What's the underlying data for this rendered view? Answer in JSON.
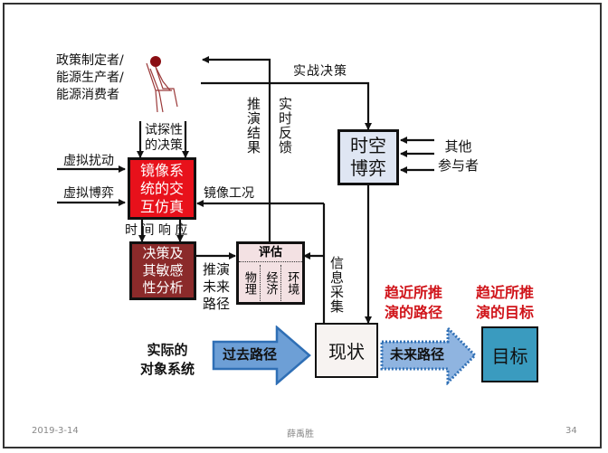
{
  "actors": {
    "lines": [
      "政策制定者/",
      "能源生产者/",
      "能源消费者"
    ],
    "icon": "seated-person-icon"
  },
  "labels": {
    "trial_decision": [
      "试探性",
      "的决策"
    ],
    "virtual_disturbance": "虚拟扰动",
    "virtual_game": "虚拟博弈",
    "mirror_condition": "镜像工况",
    "time_response": "时 间 响 应",
    "deduction_result": "推演结果",
    "realtime_feedback": "实时反馈",
    "combat_decision": "实战决策",
    "other_participants": [
      "其他",
      "参与者"
    ],
    "deduce_future_path": [
      "推演",
      "未来",
      "路径"
    ],
    "info_collection": "信息采集",
    "actual_system": [
      "实际的",
      "对象系统"
    ],
    "approach_path": [
      "趋近所推",
      "演的路径"
    ],
    "approach_goal": [
      "趋近所推",
      "演的目标"
    ]
  },
  "boxes": {
    "mirror_sim": "镜像系统的交互仿真",
    "mirror_sim_lines": [
      "镜像系",
      "统的交",
      "互仿真"
    ],
    "decision_sensitivity_lines": [
      "决策及",
      "其敏感",
      "性分析"
    ],
    "spacetime_game_lines": [
      "时空",
      "博弈"
    ],
    "evaluation": {
      "title": "评估",
      "cols": [
        "物理",
        "经济",
        "环境"
      ]
    },
    "current_state": "现状",
    "goal": "目标"
  },
  "arrows": {
    "past_path": "过去路径",
    "future_path": "未来路径"
  },
  "colors": {
    "mirror_sim": "#e8111b",
    "decision": "#8b2a2a",
    "spacetime": "#dfe6f3",
    "evaluation": "#f3e1e3",
    "current_state": "#f7f3f1",
    "goal": "#3a9bbf",
    "arrow_blue": "#6d9fd6",
    "red_text": "#d0141a"
  },
  "footer": {
    "date": "2019-3-14",
    "author": "薛禹胜",
    "page": "34"
  }
}
